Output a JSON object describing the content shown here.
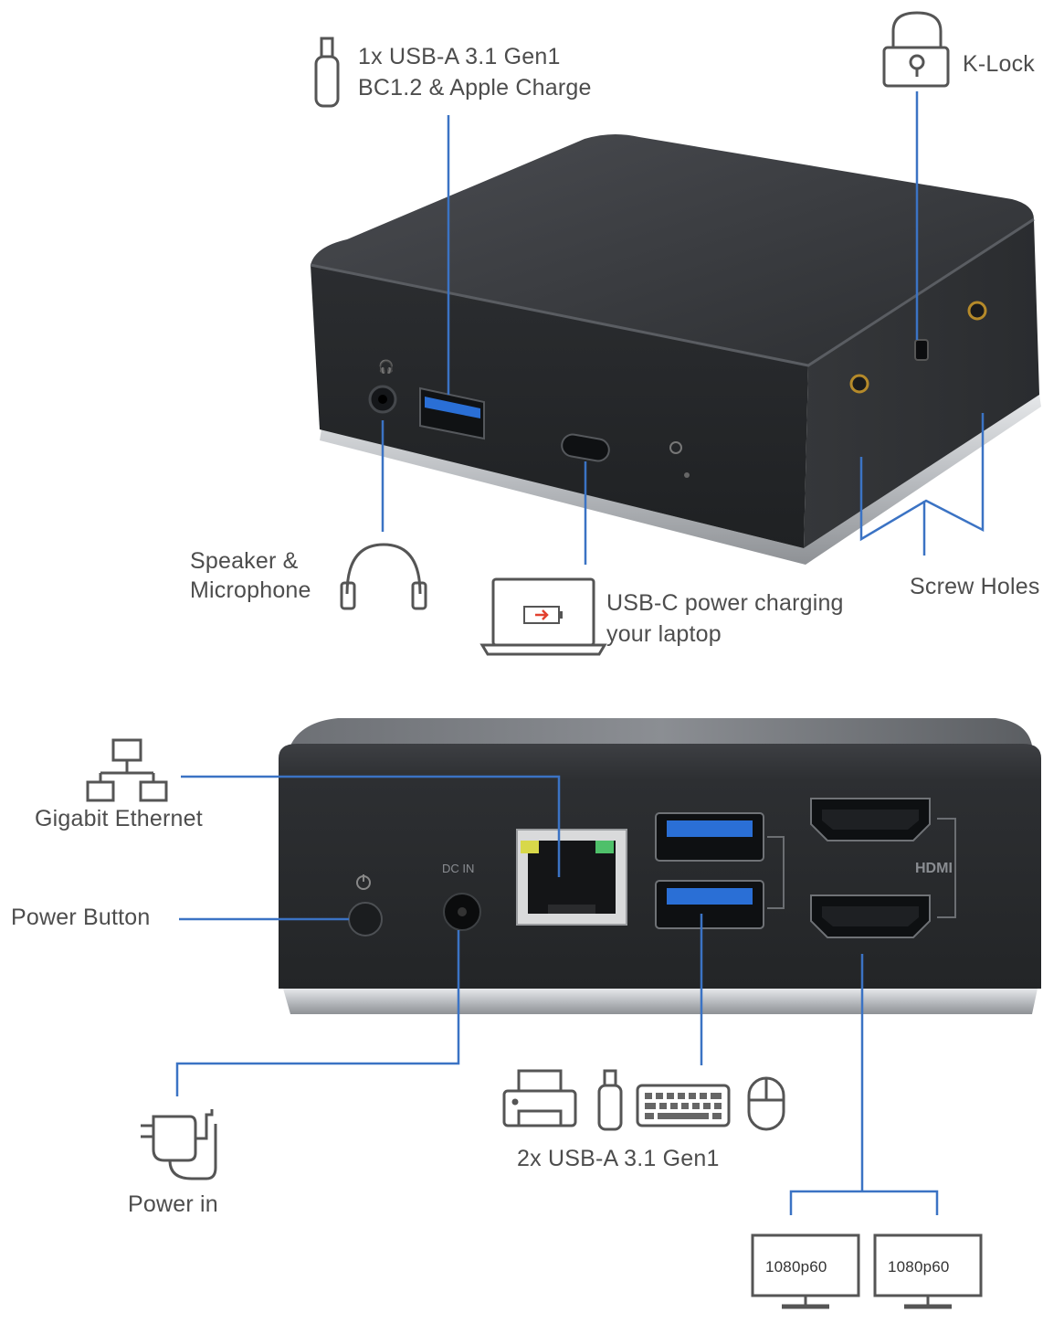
{
  "labels": {
    "usb_a_top_line1": "1x USB-A 3.1 Gen1",
    "usb_a_top_line2": "BC1.2 & Apple Charge",
    "k_lock": "K-Lock",
    "speaker_line1": "Speaker &",
    "speaker_line2": "Microphone",
    "usbc_line1": "USB-C power charging",
    "usbc_line2": "your laptop",
    "screw_holes": "Screw Holes",
    "gigabit_ethernet": "Gigabit Ethernet",
    "power_button": "Power Button",
    "power_in": "Power in",
    "usb_a_bottom": "2x USB-A 3.1 Gen1",
    "monitor_1": "1080p60",
    "monitor_2": "1080p60"
  },
  "device_text": {
    "dc_in": "DC IN",
    "hdmi": "HDMI"
  },
  "colors": {
    "leader_line": "#3b73c4",
    "device_body": "#2e3033",
    "device_top": "#3a3c40",
    "silver_base": "#c9cccf",
    "usb_blue": "#2a6fd6",
    "icon_gray": "#555555"
  },
  "icons": [
    "usb-stick-icon",
    "padlock-icon",
    "headphones-icon",
    "laptop-charging-icon",
    "network-icon",
    "power-adapter-icon",
    "printer-icon",
    "keyboard-icon",
    "mouse-icon",
    "monitor-icon"
  ]
}
